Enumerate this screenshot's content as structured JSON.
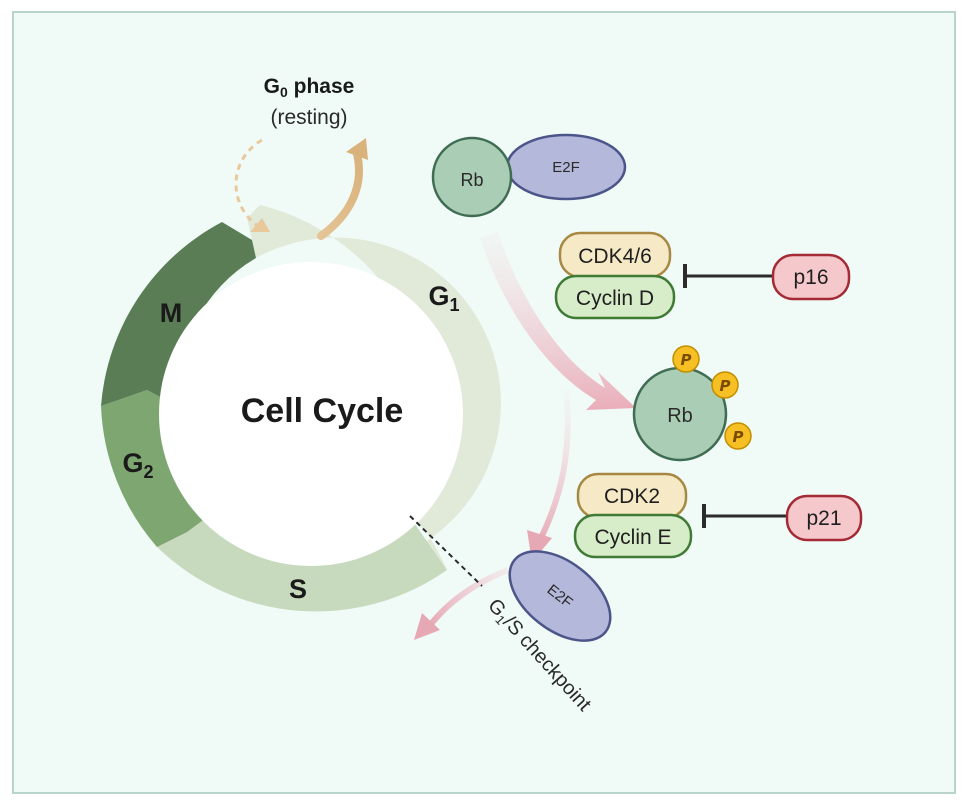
{
  "cycle": {
    "center_label": "Cell Cycle",
    "phases": {
      "g1": {
        "main": "G",
        "sub": "1"
      },
      "s": {
        "main": "S"
      },
      "g2": {
        "main": "G",
        "sub": "2"
      },
      "m": {
        "main": "M"
      }
    },
    "colors": {
      "g1": "#e1e9d9",
      "s": "#c7dabe",
      "g2": "#7ea671",
      "m": "#5a7d55"
    }
  },
  "g0": {
    "title_main": "G",
    "title_sub": "0",
    "title_rest": " phase",
    "subtitle": "(resting)"
  },
  "complex_top": {
    "rb": "Rb",
    "e2f": "E2F"
  },
  "cdk46": {
    "cdk": "CDK4/6",
    "cyclin": "Cyclin D"
  },
  "p16": "p16",
  "rb_phos": {
    "rb": "Rb",
    "p": "P"
  },
  "cdk2": {
    "cdk": "CDK2",
    "cyclin": "Cyclin E"
  },
  "p21": "p21",
  "e2f_free": "E2F",
  "checkpoint": {
    "main": "G",
    "sub": "1",
    "rest": "/S checkpoint"
  }
}
